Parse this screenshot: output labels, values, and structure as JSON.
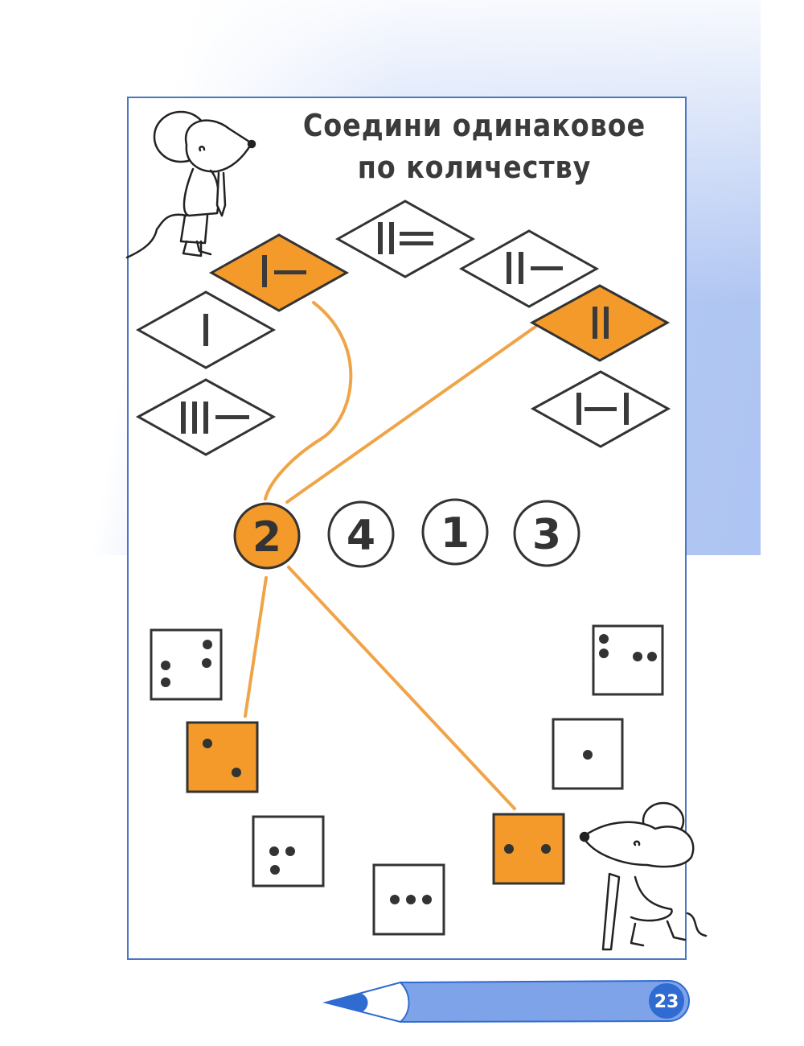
{
  "page": {
    "title_line1": "Соедини одинаковое",
    "title_line2": "по количеству",
    "page_number": "23"
  },
  "colors": {
    "highlight": "#f39a2a",
    "line": "#f0a448",
    "frame": "#4a78c0",
    "ink": "#333333",
    "pencil_body": "#7ea3e8",
    "pencil_dark": "#2f6bd0"
  },
  "tally_cards": [
    {
      "id": "t-1-4",
      "tally": "|—",
      "count": 2,
      "highlighted": true
    },
    {
      "id": "t-2-2",
      "tally": "||=",
      "count": 4,
      "highlighted": false
    },
    {
      "id": "t-2-1",
      "tally": "||—",
      "count": 3,
      "highlighted": false
    },
    {
      "id": "t-1",
      "tally": "|",
      "count": 1,
      "highlighted": false
    },
    {
      "id": "t-2",
      "tally": "||",
      "count": 2,
      "highlighted": true
    },
    {
      "id": "t-3-1",
      "tally": "|||—",
      "count": 4,
      "highlighted": false
    },
    {
      "id": "t-1-1-1",
      "tally": "|—|",
      "count": 3,
      "highlighted": false
    }
  ],
  "numbers": [
    {
      "label": "2",
      "highlighted": true
    },
    {
      "label": "4",
      "highlighted": false
    },
    {
      "label": "1",
      "highlighted": false
    },
    {
      "label": "3",
      "highlighted": false
    }
  ],
  "dot_cards": [
    {
      "id": "d4",
      "dots": 4,
      "highlighted": false
    },
    {
      "id": "d2a",
      "dots": 2,
      "highlighted": true
    },
    {
      "id": "d3a",
      "dots": 3,
      "highlighted": false
    },
    {
      "id": "d3b",
      "dots": 3,
      "highlighted": false
    },
    {
      "id": "d2b",
      "dots": 2,
      "highlighted": true
    },
    {
      "id": "d4b",
      "dots": 4,
      "highlighted": false
    },
    {
      "id": "d1",
      "dots": 1,
      "highlighted": false
    }
  ],
  "connections": [
    {
      "from": "t-1-4",
      "to": "number-2"
    },
    {
      "from": "t-2",
      "to": "number-2"
    },
    {
      "from": "number-2",
      "to": "d2a"
    },
    {
      "from": "number-2",
      "to": "d2b"
    }
  ],
  "illustrations": [
    "mouse-with-pencil-top-left",
    "mouse-with-pencil-bottom-right"
  ]
}
